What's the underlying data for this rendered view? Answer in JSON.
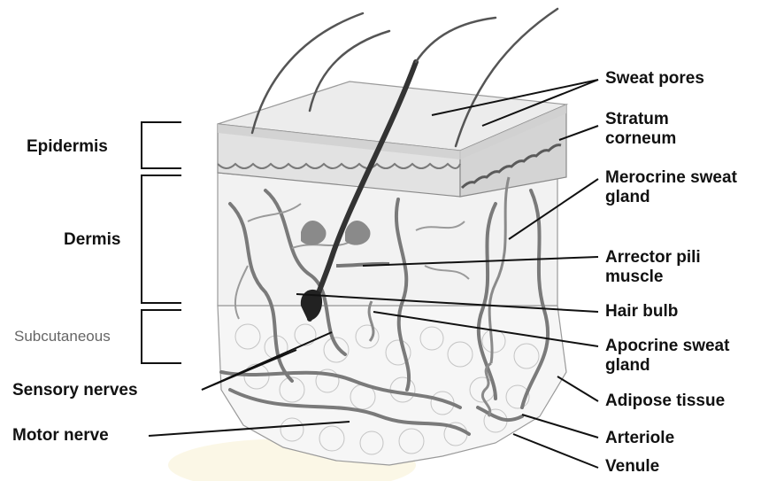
{
  "diagram": {
    "left_labels": {
      "epidermis": "Epidermis",
      "dermis": "Dermis",
      "subcutaneous": "Subcutaneous",
      "sensory_nerves": "Sensory nerves",
      "motor_nerve": "Motor nerve"
    },
    "right_labels": {
      "sweat_pores": "Sweat pores",
      "stratum_corneum": [
        "Stratum",
        "corneum"
      ],
      "merocrine": [
        "Merocrine sweat",
        "gland"
      ],
      "arrector": [
        "Arrector pili",
        "muscle"
      ],
      "hair_bulb": "Hair bulb",
      "apocrine": [
        "Apocrine sweat",
        "gland"
      ],
      "adipose": "Adipose tissue",
      "arteriole": "Arteriole",
      "venule": "Venule"
    },
    "colors": {
      "label_text": "#111111",
      "subcutaneous_text": "#666666",
      "leader_line": "#111111",
      "skin_surface": "#e6e6e6",
      "dermis_fill": "#f3f3f3",
      "adipose_fill": "#f7f7f7",
      "vessel": "#7a7a7a",
      "hair": "#333333"
    }
  }
}
